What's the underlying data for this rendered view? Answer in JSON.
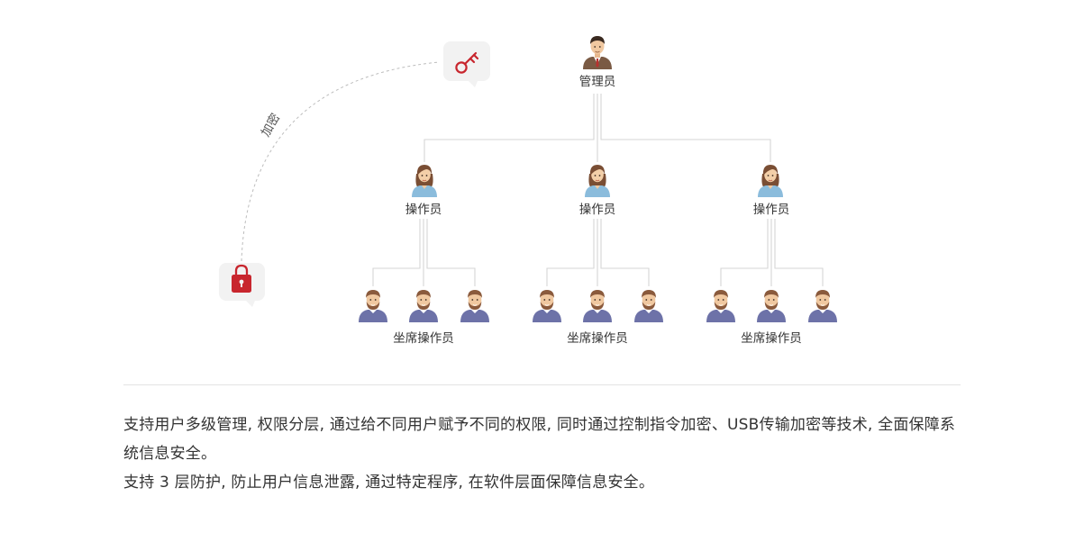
{
  "diagram": {
    "admin_label": "管理员",
    "operator_label": "操作员",
    "agent_label": "坐席操作员",
    "encrypt_label": "加密",
    "key_icon": "key-icon",
    "lock_icon": "lock-icon"
  },
  "colors": {
    "accent": "#c8262e",
    "line": "#d6d6d6",
    "bubble": "#f2f2f2",
    "operator_shirt": "#8bbcdc",
    "agent_shirt": "#6d72a8",
    "admin_suit": "#7a5a44"
  },
  "description": {
    "line1": "支持用户多级管理, 权限分层, 通过给不同用户赋予不同的权限, 同时通过控制指令加密、USB传输加密等技术, 全面保障系统信息安全。",
    "line2": "支持 3 层防护, 防止用户信息泄露, 通过特定程序, 在软件层面保障信息安全。"
  }
}
